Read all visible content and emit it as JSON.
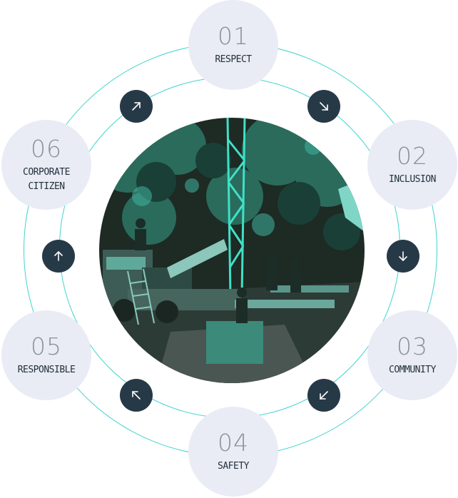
{
  "values": [
    {
      "number": "01",
      "label": "RESPECT"
    },
    {
      "number": "02",
      "label": "INCLUSION"
    },
    {
      "number": "03",
      "label": "COMMUNITY"
    },
    {
      "number": "04",
      "label": "SAFETY"
    },
    {
      "number": "05",
      "label": "RESPONSIBLE"
    },
    {
      "number": "06",
      "label": "CORPORATE\nCITIZEN"
    }
  ],
  "arrows": [
    {
      "direction": "north-east",
      "icon": "arrow-up-right-icon"
    },
    {
      "direction": "south-east",
      "icon": "arrow-down-right-icon"
    },
    {
      "direction": "down",
      "icon": "arrow-down-icon"
    },
    {
      "direction": "south-west",
      "icon": "arrow-down-left-icon"
    },
    {
      "direction": "north-west",
      "icon": "arrow-up-left-icon"
    },
    {
      "direction": "up",
      "icon": "arrow-up-icon"
    }
  ],
  "photo": {
    "subject": "drilling-rig-photo",
    "tint": "#1fb5a8"
  },
  "colors": {
    "ring": "#41d3cf",
    "node_background": "#e9ecf5",
    "number_text": "#8a9198",
    "label_text": "#22303b",
    "arrow_background": "#263947",
    "arrow_icon": "#ffffff"
  }
}
